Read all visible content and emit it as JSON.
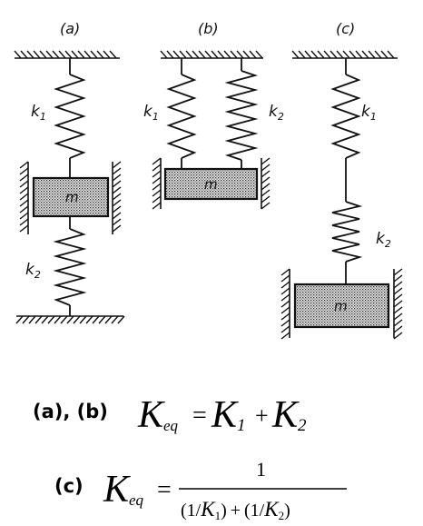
{
  "diagram": {
    "cases": [
      {
        "label": "(a)",
        "k_top": "k1",
        "k_bottom": "k2",
        "mass": "m"
      },
      {
        "label": "(b)",
        "k_left": "k1",
        "k_right": "k2",
        "mass": "m"
      },
      {
        "label": "(c)",
        "k_top": "k1",
        "k_bottom": "k2",
        "mass": "m"
      }
    ],
    "spring_letter": "k",
    "sub1": "1",
    "sub2": "2",
    "mass_symbol": "m"
  },
  "formulas": {
    "parallel_case_label": "(a), (b)",
    "series_case_label": "(c)",
    "K": "K",
    "eq_sub": "eq",
    "equals": "=",
    "plus": "+",
    "one": "1",
    "sub1": "1",
    "sub2": "2",
    "inv1_open": "(1/",
    "inv_close": ")",
    "inv2_open": "(1/"
  }
}
